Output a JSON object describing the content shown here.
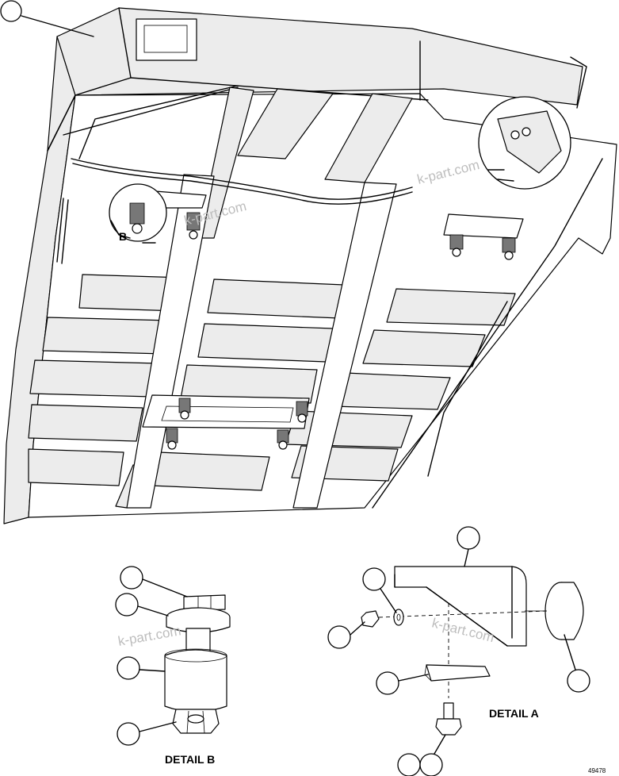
{
  "labels": {
    "view_b": "B",
    "detail_b": "DETAIL B",
    "detail_a": "DETAIL A",
    "figure_number": "49478"
  },
  "watermarks": [
    "k-part.com",
    "k-part.com",
    "k-part.com",
    "k-part.com"
  ],
  "callouts": {
    "main_view_count": 1,
    "detail_b_count": 4,
    "detail_a_count": 7
  }
}
